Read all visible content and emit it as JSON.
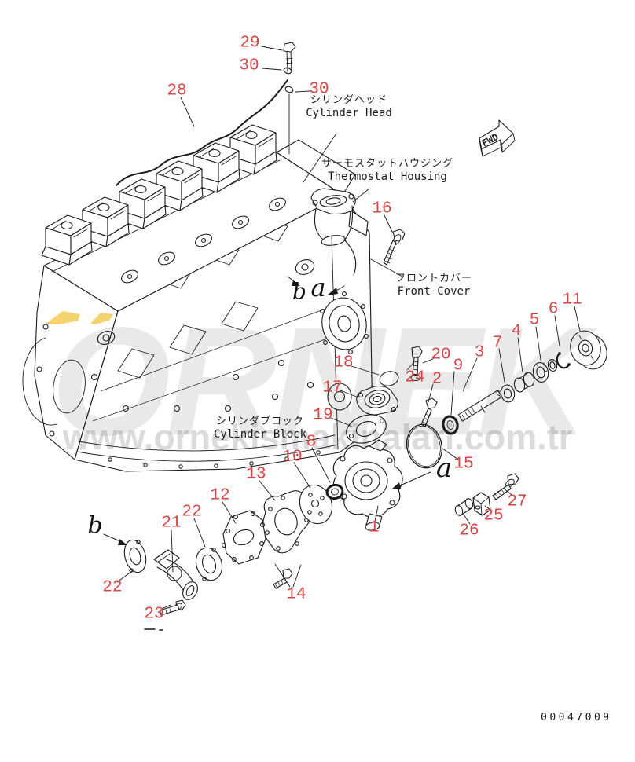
{
  "page": {
    "background": "#ffffff",
    "line_color": "#1a1a1a",
    "callout_color": "#d84545",
    "highlight_color": "#f0c33c",
    "drawing_number": "00047009"
  },
  "labels": {
    "cylinder_head": {
      "jp": "シリンダヘッド",
      "en": "Cylinder Head"
    },
    "thermostat_housing": {
      "jp": "サーモスタットハウジング",
      "en": "Thermostat Housing"
    },
    "front_cover": {
      "jp": "フロントカバー",
      "en": "Front Cover"
    },
    "cylinder_block": {
      "jp": "シリンダブロック",
      "en": "Cylinder Block"
    }
  },
  "fwd_marker": {
    "label": "FWD"
  },
  "watermark": {
    "big_text": "ORNEK",
    "url": "www.ornekismakinalari.com.tr"
  },
  "view_markers": {
    "a_small": "a",
    "b_small": "b",
    "a_large": "a",
    "b_large": "b"
  },
  "callouts": [
    {
      "number": "29"
    },
    {
      "number": "30"
    },
    {
      "number": "28"
    },
    {
      "number": "30"
    },
    {
      "number": "16"
    },
    {
      "number": "11"
    },
    {
      "number": "6"
    },
    {
      "number": "5"
    },
    {
      "number": "4"
    },
    {
      "number": "7"
    },
    {
      "number": "3"
    },
    {
      "number": "20"
    },
    {
      "number": "9"
    },
    {
      "number": "24"
    },
    {
      "number": "2"
    },
    {
      "number": "18"
    },
    {
      "number": "17"
    },
    {
      "number": "19"
    },
    {
      "number": "8"
    },
    {
      "number": "10"
    },
    {
      "number": "13"
    },
    {
      "number": "12"
    },
    {
      "number": "22"
    },
    {
      "number": "21"
    },
    {
      "number": "22"
    },
    {
      "number": "23"
    },
    {
      "number": "14"
    },
    {
      "number": "1"
    },
    {
      "number": "15"
    },
    {
      "number": "26"
    },
    {
      "number": "25"
    },
    {
      "number": "27"
    }
  ]
}
